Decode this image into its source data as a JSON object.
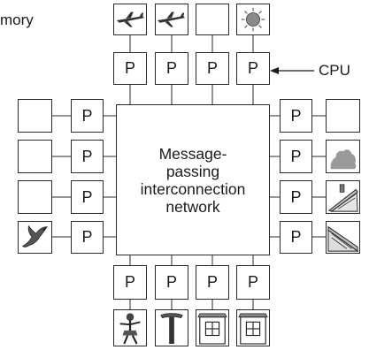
{
  "labels": {
    "memory": "mory",
    "cpu": "CPU",
    "network": "Message-\npassing\ninterconnection\nnetwork",
    "processor": "P"
  },
  "memories": {
    "top": [
      "airplane-icon",
      "airplane-icon",
      "blank",
      "sun-icon"
    ],
    "right": [
      "blank",
      "bush-icon",
      "roof-icon",
      "roof-icon"
    ],
    "bottom": [
      "person-icon",
      "tree-icon",
      "house-icon",
      "house-icon"
    ],
    "left": [
      "blank",
      "blank",
      "blank",
      "bird-icon"
    ]
  },
  "colors": {
    "line": "#2a2a2a",
    "fill_gray": "#9a9a9a"
  }
}
